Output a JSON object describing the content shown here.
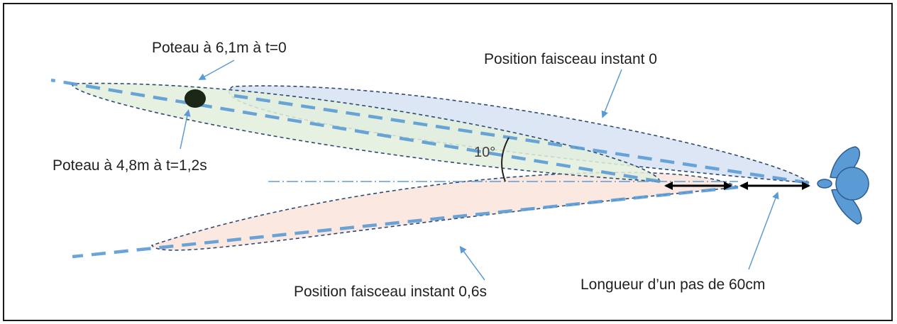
{
  "labels": {
    "pole_t0": "Poteau à 6,1m à t=0",
    "pole_t12": "Poteau à 4,8m à t=1,2s",
    "beam_t0": "Position faisceau instant 0",
    "beam_t06": "Position faisceau instant 0,6s",
    "angle": "10°",
    "step_length": "Longueur d’un pas de 60cm"
  },
  "colors": {
    "beam0_fill": "#dce6f4",
    "beam_inner_fill": "#e3eedc",
    "beam06_fill": "#fbe9e1",
    "dashed_outline": "#2e4a74",
    "beam_axis": "#5b9bd5",
    "pole": "#1c2617",
    "person": "#5b9bd5",
    "arrow": "#000000",
    "callout": "#5b9bd5"
  },
  "icons": {
    "pole": "black-circle",
    "person": "top-view-walking-person"
  }
}
